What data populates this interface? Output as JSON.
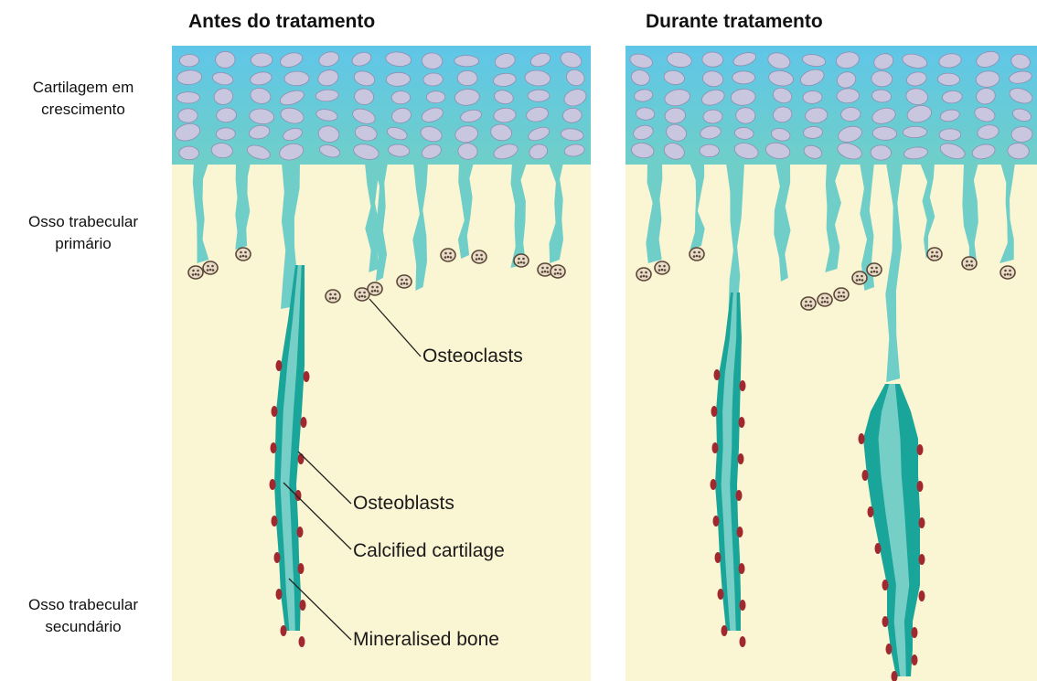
{
  "titles": {
    "before": "Antes do tratamento",
    "during": "Durante tratamento"
  },
  "side_labels": {
    "growing_cartilage": [
      "Cartilagem em",
      "crescimento"
    ],
    "primary_trabecular": [
      "Osso trabecular",
      "primário"
    ],
    "secondary_trabecular": [
      "Osso trabecular",
      "secundário"
    ]
  },
  "callouts": {
    "osteoclasts": "Osteoclasts",
    "osteoblasts": "Osteoblasts",
    "calcified_cartilage": "Calcified cartilage",
    "mineralised_bone": "Mineralised bone"
  },
  "colors": {
    "marrow": "#faf5d2",
    "cartilage_blue": "#5fc6e8",
    "cartilage_teal": "#6fcfc8",
    "chondrocyte": "#c9c7e0",
    "chondrocyte_edge": "#8f8db0",
    "calcified_cartilage": "#76cfc6",
    "mineralised_bone": "#1aa59a",
    "osteoblast": "#a0282e",
    "osteoclast_fill": "#e8dcc8",
    "osteoclast_edge": "#5a4636"
  }
}
